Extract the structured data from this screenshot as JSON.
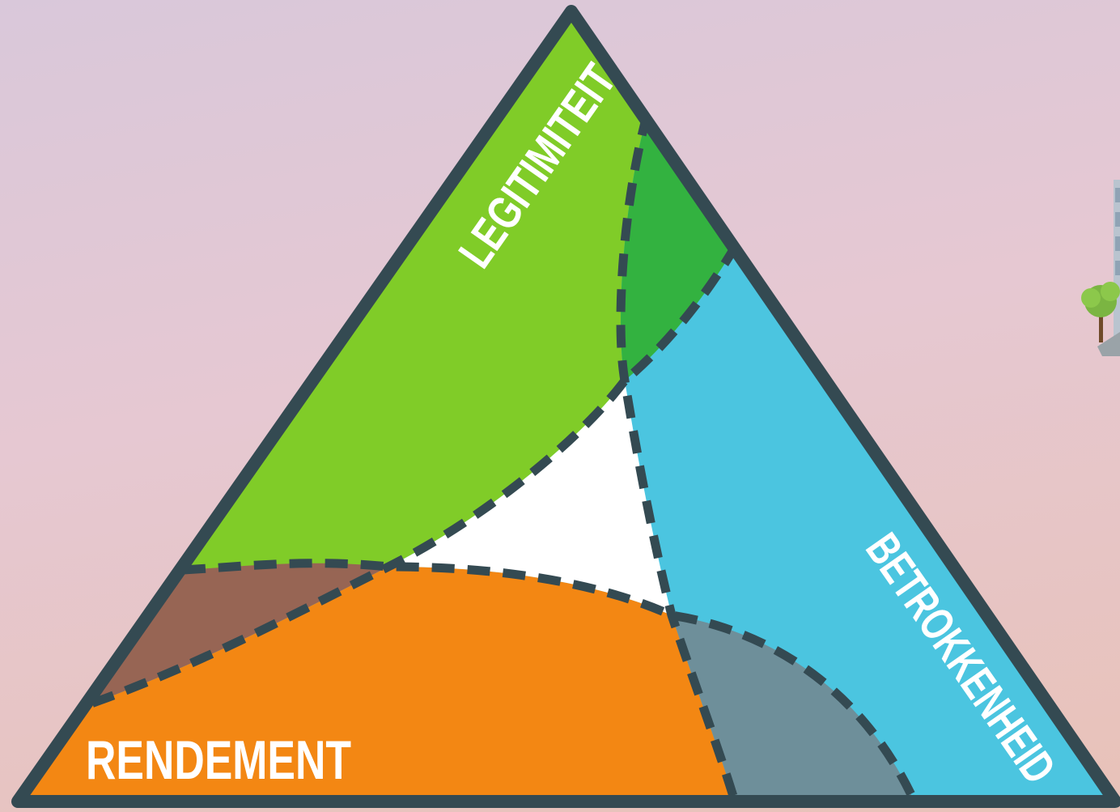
{
  "diagram": {
    "labels": {
      "legitimiteit": "LEGITIMITEIT",
      "betrokkenheid": "BETROKKENHEID",
      "rendement": "RENDEMENT"
    },
    "colors": {
      "background_top": "#d9c8da",
      "background_bottom": "#e8c2b8",
      "outline": "#344a52",
      "legitimiteit": "#80cc28",
      "legitimiteit_betrokkenheid_overlap": "#33b240",
      "betrokkenheid": "#4bc5e0",
      "rendement": "#f38713",
      "rendement_legitimiteit_overlap": "#976554",
      "rendement_betrokkenheid_overlap": "#6e8f9a",
      "center": "#ffffff"
    }
  }
}
